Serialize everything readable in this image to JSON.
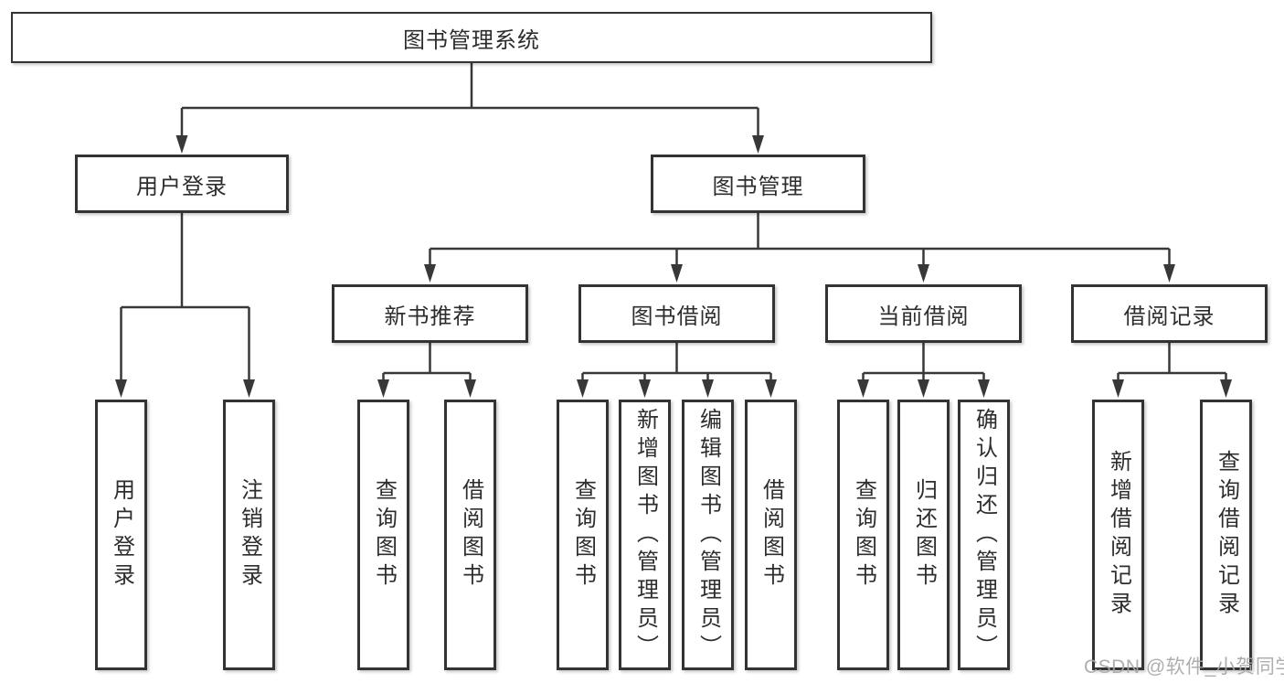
{
  "tree": {
    "root": "图书管理系统",
    "level2": [
      {
        "label": "用户登录",
        "leaves": [
          "用户登录",
          "注销登录"
        ]
      },
      {
        "label": "图书管理",
        "children": [
          {
            "label": "新书推荐",
            "leaves": [
              "查询图书",
              "借阅图书"
            ]
          },
          {
            "label": "图书借阅",
            "leaves": [
              "查询图书",
              "新增图书（管理员）",
              "编辑图书（管理员）",
              "借阅图书"
            ]
          },
          {
            "label": "当前借阅",
            "leaves": [
              "查询图书",
              "归还图书",
              "确认归还（管理员）"
            ]
          },
          {
            "label": "借阅记录",
            "leaves": [
              "新增借阅记录",
              "查询借阅记录"
            ]
          }
        ]
      }
    ]
  },
  "watermark": "CSDN @软件_小贺同学",
  "colors": {
    "line": "#383838",
    "box_border": "#333333",
    "text": "#2d2d2d",
    "background": "#ffffff",
    "watermark": "#a8a8a8"
  }
}
